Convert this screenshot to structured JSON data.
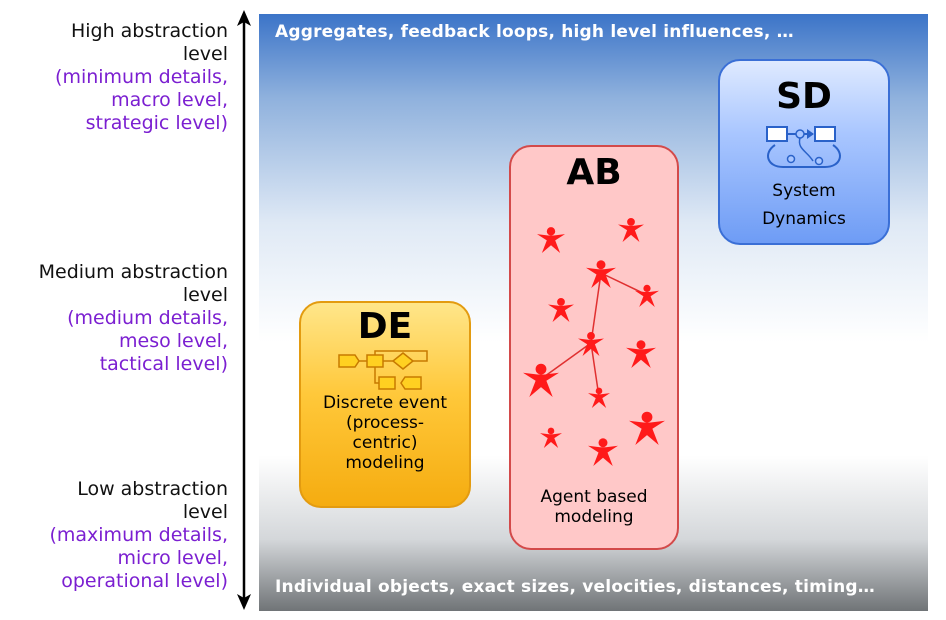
{
  "levels": {
    "high": {
      "title": [
        "High abstraction",
        "level"
      ],
      "details": [
        "(minimum details,",
        "macro level,",
        "strategic level)"
      ]
    },
    "medium": {
      "title": [
        "Medium abstraction",
        "level"
      ],
      "details": [
        "(medium details,",
        "meso level,",
        "tactical level)"
      ]
    },
    "low": {
      "title": [
        "Low abstraction",
        "level"
      ],
      "details": [
        "(maximum details,",
        "micro level,",
        "operational level)"
      ]
    }
  },
  "panel": {
    "top_text": "Aggregates,  feedback loops, high level influences, …",
    "bottom_text": "Individual objects, exact sizes, velocities, distances, timing…"
  },
  "methods": {
    "sd": {
      "abbr": "SD",
      "desc": [
        "System",
        "Dynamics"
      ]
    },
    "ab": {
      "abbr": "AB",
      "desc": [
        "Agent based",
        "modeling"
      ]
    },
    "de": {
      "abbr": "DE",
      "desc": [
        "Discrete event",
        "(process-",
        "centric)",
        "modeling"
      ]
    }
  },
  "colors": {
    "detail_text": "#7b1fd1",
    "sd_border": "#3a6fd6",
    "ab_fill": "#ffc8c8",
    "ab_border": "#d34a4a",
    "agent": "#ff1a1a",
    "de_border": "#e39b10"
  },
  "icons": {
    "axis": "double-arrow-vertical",
    "sd": "stock-flow-icon",
    "ab": "agent-figure-icon",
    "de": "process-flowchart-icon"
  }
}
